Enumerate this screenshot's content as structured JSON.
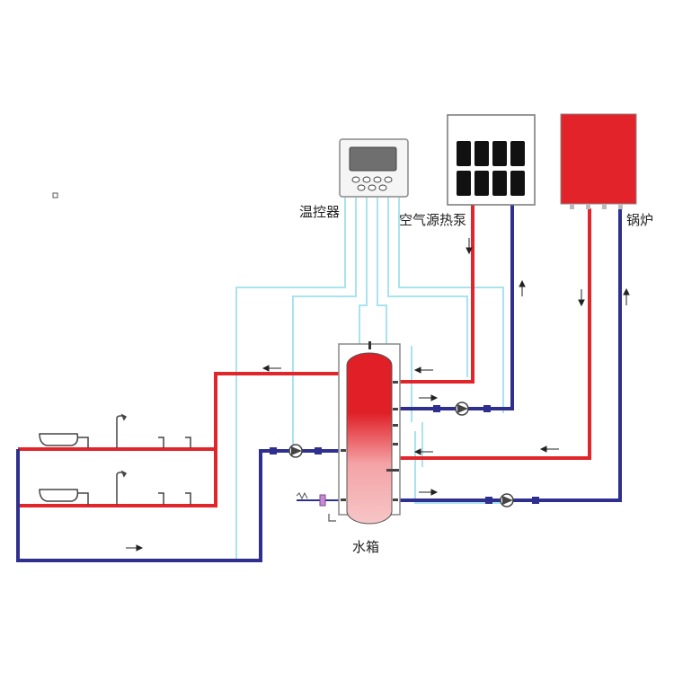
{
  "labels": {
    "thermostat": "温控器",
    "heat_pump": "空气源热泵",
    "boiler": "锅炉",
    "water_tank": "水箱"
  },
  "colors": {
    "hot_pipe": "#e1262b",
    "cold_pipe": "#2f2f8f",
    "control_wire": "#a8e3ef",
    "boiler_body": "#e3232a",
    "tank_top": "#e01f27",
    "tank_bottom": "#f2b3b5"
  }
}
